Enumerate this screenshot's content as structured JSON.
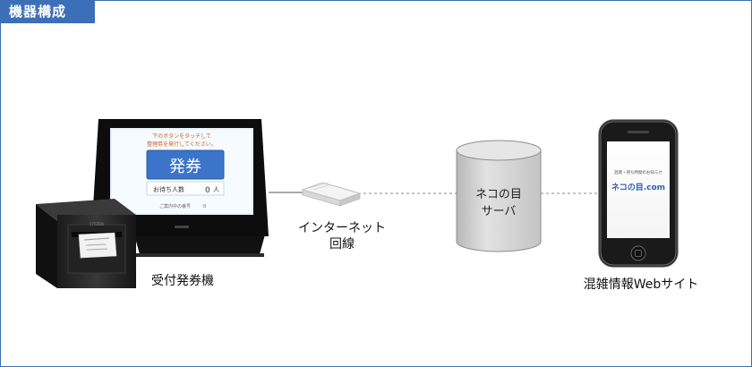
{
  "title": "機器構成",
  "kiosk": {
    "screen_line1": "下のボタンをタッチして",
    "screen_line2": "整理券を発行してください。",
    "button": "発券",
    "waiting_label": "お待ち人数",
    "waiting_count": "0",
    "waiting_unit": "人",
    "footer_text": "ご案内中の番号",
    "footer_num": "0"
  },
  "labels": {
    "terminal": "受付発券機",
    "network_line1": "インターネット",
    "network_line2": "回線",
    "server_line1": "ネコの目",
    "server_line2": "サーバ",
    "phone_site": "混雑情報Webサイト"
  },
  "phone": {
    "header": "混雑・待ち時間のお知らせ",
    "logo": "ネコの目.com"
  },
  "colors": {
    "accent": "#3d6fb8",
    "screen_bg": "#e8f2fa",
    "issue_button": "#3b74c9"
  }
}
